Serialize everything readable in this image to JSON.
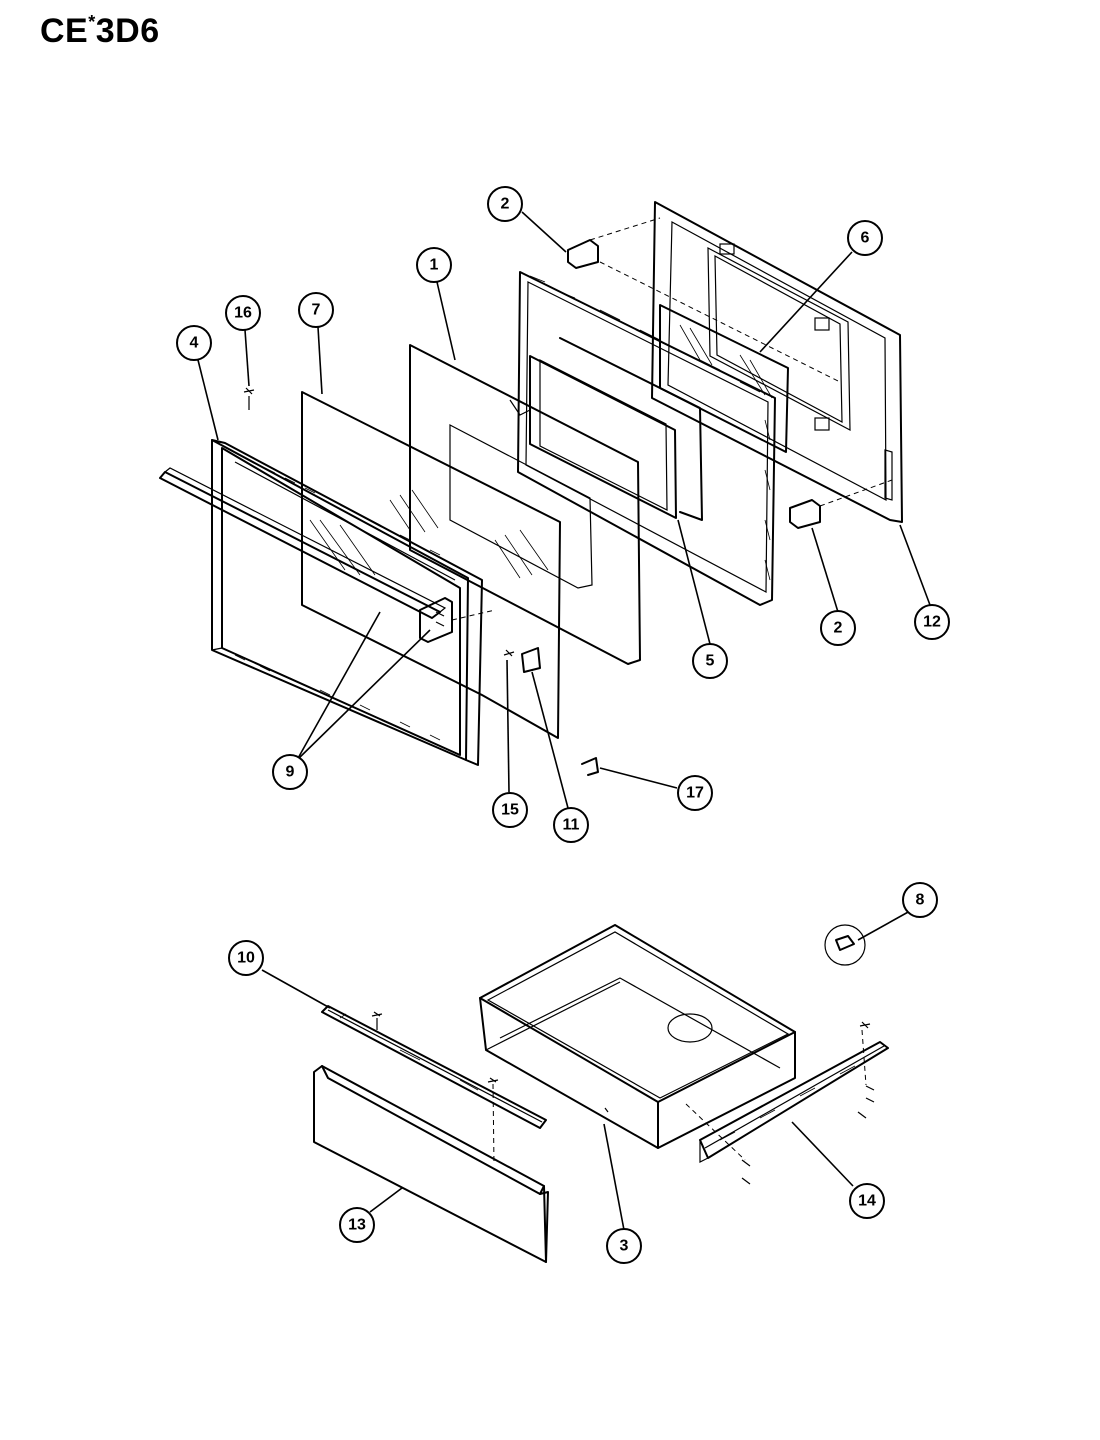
{
  "title": {
    "main": "CE",
    "sup": "*",
    "rest": "3D6"
  },
  "callouts": [
    {
      "id": "c2a",
      "label": "2"
    },
    {
      "id": "c6",
      "label": "6"
    },
    {
      "id": "c1",
      "label": "1"
    },
    {
      "id": "c16",
      "label": "16"
    },
    {
      "id": "c7",
      "label": "7"
    },
    {
      "id": "c4",
      "label": "4"
    },
    {
      "id": "c2b",
      "label": "2"
    },
    {
      "id": "c12",
      "label": "12"
    },
    {
      "id": "c5",
      "label": "5"
    },
    {
      "id": "c17",
      "label": "17"
    },
    {
      "id": "c9",
      "label": "9"
    },
    {
      "id": "c15",
      "label": "15"
    },
    {
      "id": "c11",
      "label": "11"
    },
    {
      "id": "c8",
      "label": "8"
    },
    {
      "id": "c10",
      "label": "10"
    },
    {
      "id": "c14",
      "label": "14"
    },
    {
      "id": "c13",
      "label": "13"
    },
    {
      "id": "c3",
      "label": "3"
    }
  ]
}
